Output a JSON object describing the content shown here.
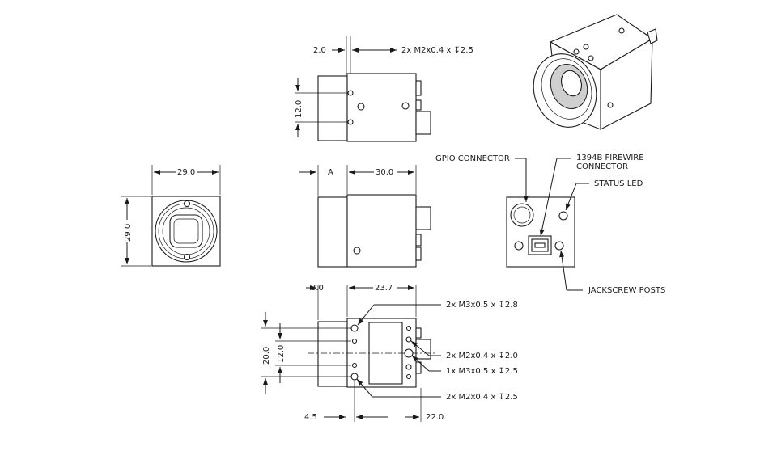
{
  "dimensions": {
    "top_offset": "2.0",
    "top_hole_spacing": "12.0",
    "front_width": "29.0",
    "front_height": "29.0",
    "side_a": "A",
    "side_length": "30.0",
    "bottom_offset": "3.0",
    "bottom_length": "23.7",
    "bottom_height": "20.0",
    "bottom_hole_spacing": "12.0",
    "bottom_edge_offset": "4.5",
    "bottom_width": "22.0"
  },
  "callouts": {
    "top_holes": "2x  M2x0.4  x  ↧2.5",
    "bottom_m3_top": "2x  M3x0.5  x  ↧2.8",
    "bottom_m2_mid": "2x  M2x0.4  x  ↧2.0",
    "bottom_m3_center": "1x  M3x0.5  x  ↧2.5",
    "bottom_m2_low": "2x  M2x0.4  x  ↧2.5",
    "gpio": "GPIO  CONNECTOR",
    "firewire_line1": "1394B  FIREWIRE",
    "firewire_line2": "CONNECTOR",
    "status_led": "STATUS  LED",
    "jackscrew": "JACKSCREW  POSTS"
  }
}
